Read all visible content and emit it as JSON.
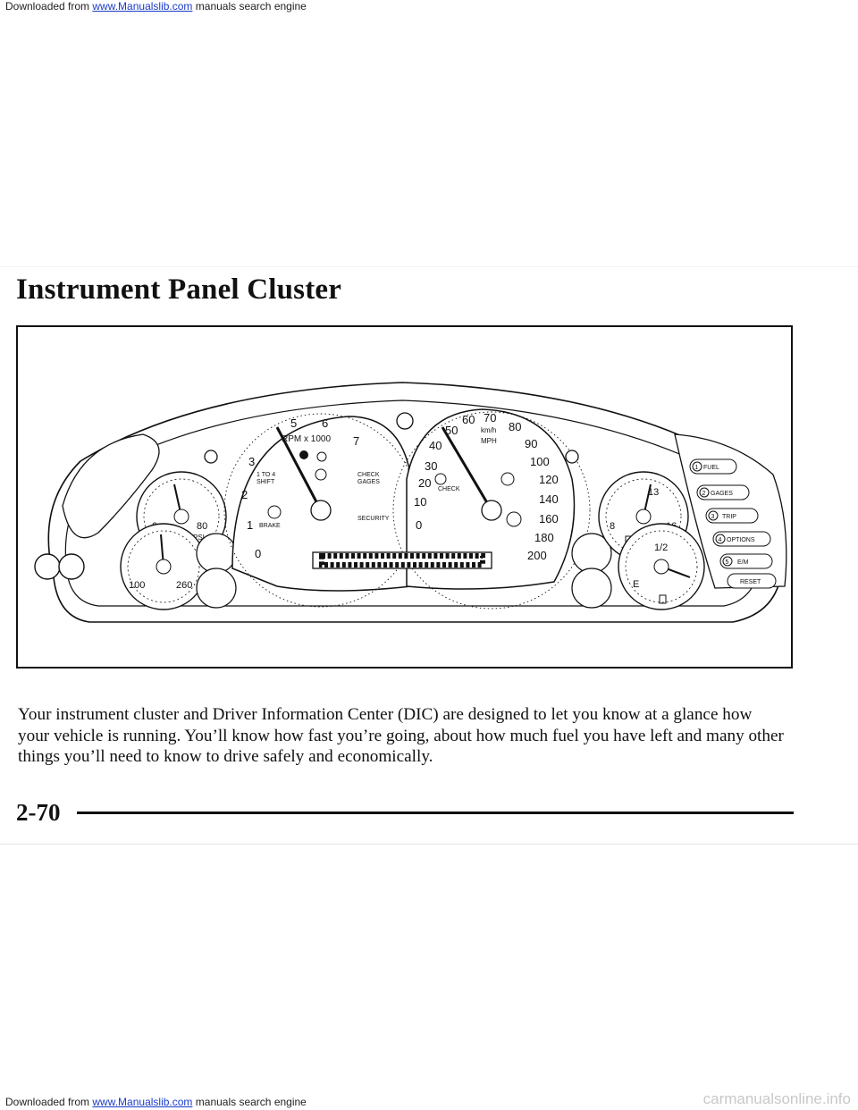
{
  "header_credit": {
    "prefix": "Downloaded from ",
    "link": "www.Manualslib.com",
    "suffix": " manuals search engine"
  },
  "page": {
    "title": "Instrument Panel Cluster",
    "body": "Your instrument cluster and Driver Information Center (DIC) are designed to let you know at a glance how your vehicle is running. You’ll know how fast you’re going, about how much fuel you have left and many other things you’ll need to know to drive safely and economically.",
    "page_number": "2-70"
  },
  "cluster": {
    "tach": {
      "ticks": [
        "0",
        "1",
        "2",
        "3",
        "5",
        "6",
        "7"
      ],
      "label": "RPM x 1000",
      "shift_label_1": "1 TO 4",
      "shift_label_2": "SHIFT",
      "brake_label": "BRAKE",
      "check_label_1": "CHECK",
      "check_label_2": "GAGES",
      "security_label": "SECURITY"
    },
    "speedo": {
      "mph_ticks": [
        "0",
        "10",
        "20",
        "30",
        "40",
        "50",
        "60",
        "70",
        "80"
      ],
      "kmh_ticks": [
        "90",
        "100",
        "120",
        "140",
        "160",
        "180",
        "200"
      ],
      "unit_kmh": "km/h",
      "unit_mph": "MPH",
      "check_label": "CHECK"
    },
    "oil_pressure": {
      "ticks": [
        "0",
        "80"
      ],
      "unit": "PSI"
    },
    "coolant_temp": {
      "ticks": [
        "100",
        "260"
      ]
    },
    "voltage": {
      "ticks": [
        "8",
        "13",
        "16"
      ]
    },
    "fuel": {
      "ticks": [
        "E",
        "1/2"
      ]
    },
    "dic_buttons": [
      "FUEL",
      "GAGES",
      "TRIP",
      "OPTIONS",
      "E/M",
      "RESET"
    ],
    "dic_button_numbers": [
      "1",
      "2",
      "3",
      "4",
      "5"
    ]
  },
  "footer_credit": {
    "prefix": "Downloaded from ",
    "link": "www.Manualslib.com",
    "suffix": " manuals search engine"
  },
  "watermark": "carmanualsonline.info"
}
